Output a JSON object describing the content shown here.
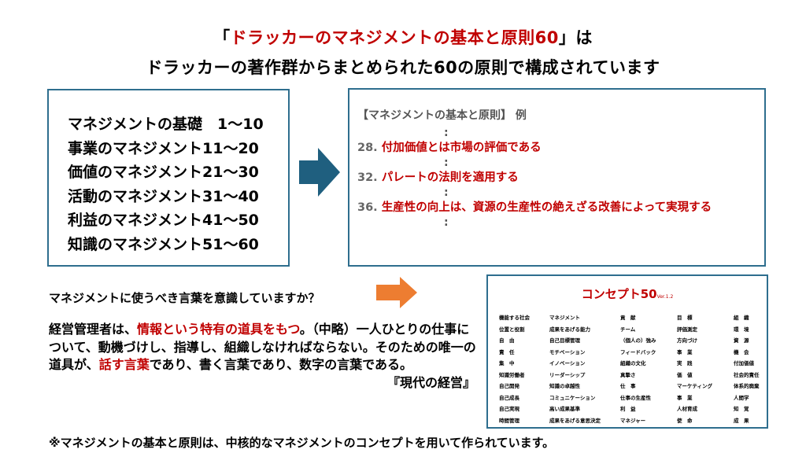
{
  "title_line1": {
    "open": "「",
    "highlight": "ドラッカーのマネジメントの基本と原則60",
    "close": "」は"
  },
  "title_line2": "ドラッカーの著作群からまとめられた60の原則で構成されています",
  "categories": [
    "マネジメントの基礎　1～10",
    "事業のマネジメント11～20",
    "価値のマネジメント21～30",
    "活動のマネジメント31～40",
    "利益のマネジメント41～50",
    "知識のマネジメント51～60"
  ],
  "examples": {
    "heading": "【マネジメントの基本と原則】 例",
    "dots": ":",
    "items": [
      {
        "num": "28.",
        "text": "付加価値とは市場の評価である"
      },
      {
        "num": "32.",
        "text": "パレートの法則を適用する"
      },
      {
        "num": "36.",
        "text": "生産性の向上は、資源の生産性の絶えざる改善によって実現する"
      }
    ]
  },
  "question": "マネジメントに使うべき言葉を意識していますか？",
  "quote": {
    "p1": "経営管理者は、",
    "h1": "情報という特有の道具をもつ",
    "p2": "。（中略）一人ひとりの仕事について、動機づけし、指導し、組織しなければならない。そのための唯一の道具が、",
    "h2": "話す言葉",
    "p3": "であり、書く言葉であり、数字の言葉である。",
    "source": "『現代の経営』"
  },
  "concept": {
    "title": "コンセプト50",
    "version": "Ver.1.2",
    "columns": [
      [
        "機能する社会",
        "位置と役割",
        "自　由",
        "責　任",
        "集　中",
        "知識労働者",
        "自己開発",
        "自己成長",
        "自己実現",
        "時間管理"
      ],
      [
        "マネジメント",
        "成果をあげる能力",
        "自己目標管理",
        "モチベーション",
        "イノベーション",
        "リーダーシップ",
        "知識の卓越性",
        "コミュニケーション",
        "高い成果基準",
        "成果をあげる意思決定"
      ],
      [
        "貢　献",
        "チーム",
        "（個人の）強み",
        "フィードバック",
        "組織の文化",
        "真摯さ",
        "仕　事",
        "仕事の生産性",
        "利　益",
        "マネジャー"
      ],
      [
        "目　標",
        "評価測定",
        "方向づけ",
        "事　業",
        "実　践",
        "価　値",
        "マーケティング",
        "事　業",
        "人材育成",
        "使　命"
      ],
      [
        "組　織",
        "環　境",
        "資　源",
        "機　会",
        "付加価値",
        "社会的責任",
        "体系的廃棄",
        "人間学",
        "知　覚",
        "成　果"
      ]
    ]
  },
  "note": "※マネジメントの基本と原則は、中核的なマネジメントのコンセプトを用いて作られています。",
  "colors": {
    "accent_red": "#c00000",
    "arrow_blue": "#1f5f7f",
    "arrow_orange": "#ed7d31",
    "border": "#2e6e8e"
  }
}
